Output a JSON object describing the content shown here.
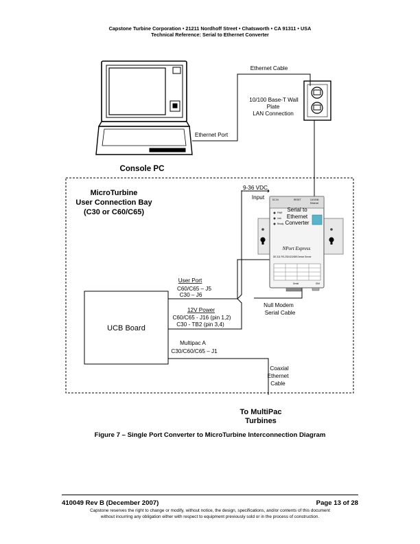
{
  "header": {
    "line1": "Capstone Turbine Corporation • 21211 Nordhoff Street • Chatsworth • CA 91311 • USA",
    "line2": "Technical Reference: Serial to Ethernet Converter"
  },
  "diagram": {
    "ethernet_cable": "Ethernet Cable",
    "wall_plate": [
      "10/100 Base-T Wall",
      "Plate",
      "LAN Connection"
    ],
    "ethernet_port": "Ethernet Port",
    "console_pc": "Console PC",
    "bay_title": [
      "MicroTurbine",
      "User Connection Bay",
      "(C30 or C60/C65)"
    ],
    "power_input": [
      "9-36 VDC",
      "Input"
    ],
    "converter": [
      "Serial to",
      "Ethernet",
      "Converter"
    ],
    "device_brand": "NPort Express",
    "device_model": "DE-311 RS-232/422/485 Device Server",
    "device_top": [
      "DC IN",
      "RESET",
      "10/100M",
      "Ethernet"
    ],
    "device_leds": [
      "PWR",
      "Link",
      "Ready"
    ],
    "device_bottom": [
      "Serial",
      "DIM"
    ],
    "user_port": [
      "User Port",
      "C60/C65 – J5",
      "C30 – J6"
    ],
    "null_modem": [
      "Null Modem",
      "Serial Cable"
    ],
    "power_12v": [
      "12V Power",
      "C60/C65 - J16 (pin 1,2)",
      "C30 - TB2 (pin 3,4)"
    ],
    "ucb_board": "UCB Board",
    "multipac_a": [
      "Multipac A",
      "C30/C60/C65 – J1"
    ],
    "coaxial": [
      "Coaxial",
      "Ethernet",
      "Cable"
    ],
    "to_multipac": [
      "To MultiPac",
      "Turbines"
    ]
  },
  "caption": "Figure 7 – Single Port Converter to MicroTurbine Interconnection Diagram",
  "footer": {
    "doc": "410049 Rev B (December 2007)",
    "page": "Page 13 of 28",
    "note1": "Capstone reserves the right to change or modify, without notice, the design, specifications, and/or contents of this document",
    "note2": "without incurring any obligation either with respect to equipment previously sold or in the process of construction."
  }
}
